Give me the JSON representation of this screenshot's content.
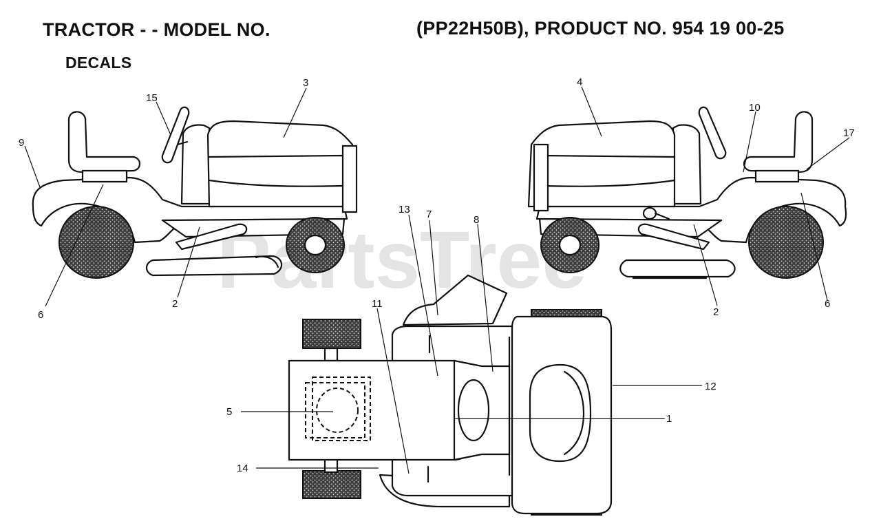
{
  "header": {
    "title_left": "TRACTOR - - MODEL NO.",
    "title_right": "(PP22H50B), PRODUCT NO. 954 19 00-25",
    "section": "DECALS"
  },
  "watermark": "PartsTree",
  "callouts": {
    "c1": "1",
    "c2a": "2",
    "c2b": "2",
    "c3": "3",
    "c4": "4",
    "c5": "5",
    "c6a": "6",
    "c6b": "6",
    "c7": "7",
    "c8": "8",
    "c9": "9",
    "c10": "10",
    "c11": "11",
    "c12": "12",
    "c13": "13",
    "c14": "14",
    "c15": "15",
    "c17": "17"
  },
  "colors": {
    "ink": "#111111",
    "watermark": "#cfcfcf",
    "background": "#ffffff"
  }
}
